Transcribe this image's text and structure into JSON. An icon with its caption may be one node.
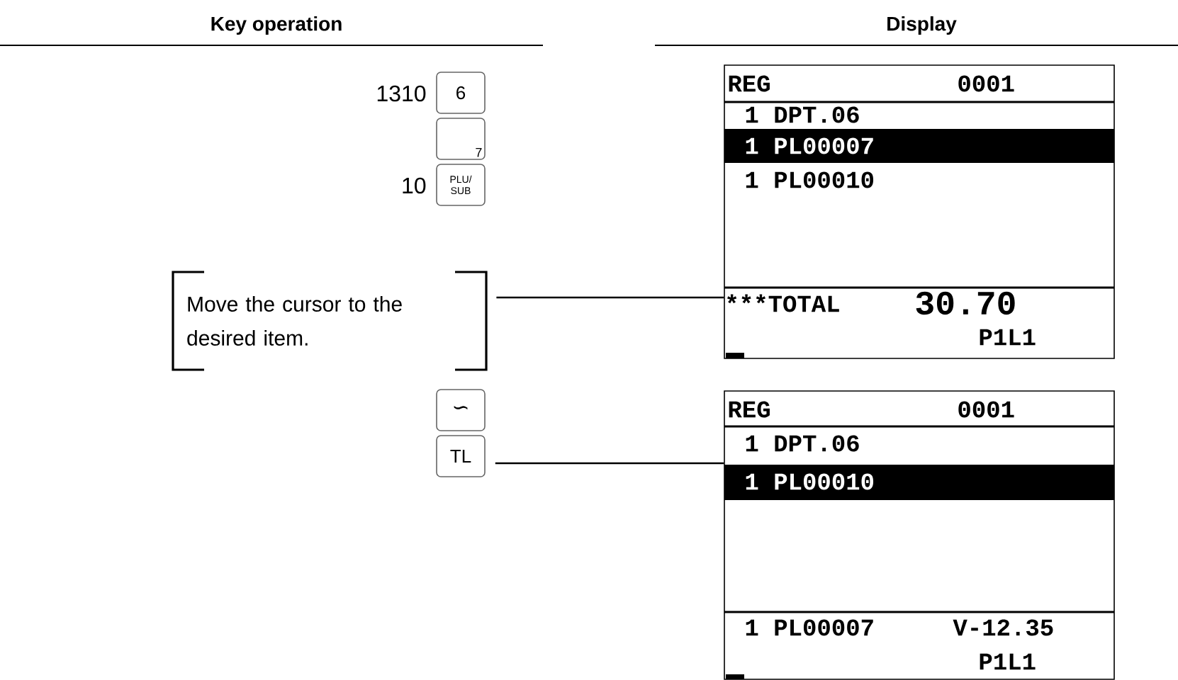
{
  "diagram": {
    "nodes": [
      {
        "text": [
          "6"
        ]
      },
      {
        "text": [
          "7"
        ]
      },
      {
        "text": [
          "PLU/ SUB"
        ]
      },
      {
        "text": [
          "Move the cursor to the desired item."
        ]
      },
      {
        "text": [
          "REG",
          "0001",
          "1 DPT.06",
          "1 PL00007",
          "1 PL00010",
          "***TOTAL",
          "30.70",
          "P1L1"
        ]
      },
      {
        "text": [
          "∽"
        ]
      },
      {
        "text": [
          "TL"
        ]
      },
      {
        "text": [
          "REG",
          "0001",
          "1 DPT.06",
          "1 PL00010",
          "1 PL00007",
          "V-12.35",
          "P1L1"
        ]
      }
    ],
    "edges": [
      {
        "from": 3,
        "to": 4,
        "arrow": "none"
      },
      {
        "from": 6,
        "to": 7,
        "arrow": "none"
      }
    ],
    "labels": [
      "Key operation",
      "Display",
      "1310",
      "10"
    ]
  }
}
